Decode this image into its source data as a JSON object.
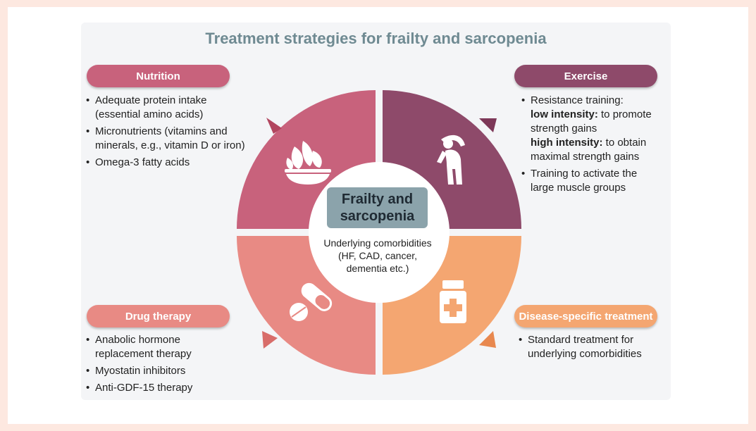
{
  "title": "Treatment strategies for frailty and sarcopenia",
  "center": {
    "title_line1": "Frailty and",
    "title_line2": "sarcopenia",
    "sub_line1": "Underlying comorbidities",
    "sub_line2": "(HF, CAD, cancer,",
    "sub_line3": "dementia etc.)"
  },
  "nutrition": {
    "label": "Nutrition",
    "items": [
      {
        "line1": "Adequate protein intake",
        "line2": "(essential amino acids)"
      },
      {
        "line1": "Micronutrients (vitamins and",
        "line2": "minerals, e.g., vitamin D or iron)"
      },
      {
        "line1": "Omega-3 fatty acids"
      }
    ]
  },
  "exercise": {
    "label": "Exercise",
    "items": [
      {
        "line1": "Resistance training:",
        "bold2": "low intensity:",
        "rest2": " to promote",
        "line3": "strength gains",
        "bold4": "high intensity:",
        "rest4": " to obtain",
        "line5": "maximal strength gains"
      },
      {
        "line1": "Training to activate the",
        "line2": "large muscle groups"
      }
    ]
  },
  "drug": {
    "label": "Drug therapy",
    "items": [
      {
        "line1": "Anabolic hormone",
        "line2": "replacement therapy"
      },
      {
        "line1": "Myostatin inhibitors"
      },
      {
        "line1": "Anti-GDF-15 therapy"
      }
    ]
  },
  "disease": {
    "label": "Disease-specific treatment",
    "items": [
      {
        "line1": "Standard treatment for",
        "line2": "underlying comorbidities"
      }
    ]
  },
  "icons": {
    "nutrition": "salad-bowl-icon",
    "exercise": "stretching-person-icon",
    "drug": "pill-capsule-icon",
    "disease": "medicine-bottle-icon"
  },
  "colors": {
    "nutrition": "#c8627c",
    "exercise": "#8e4a6a",
    "drug": "#e88a84",
    "disease": "#f4a671",
    "center_box": "#8ba3ab",
    "title": "#6f8a92"
  }
}
